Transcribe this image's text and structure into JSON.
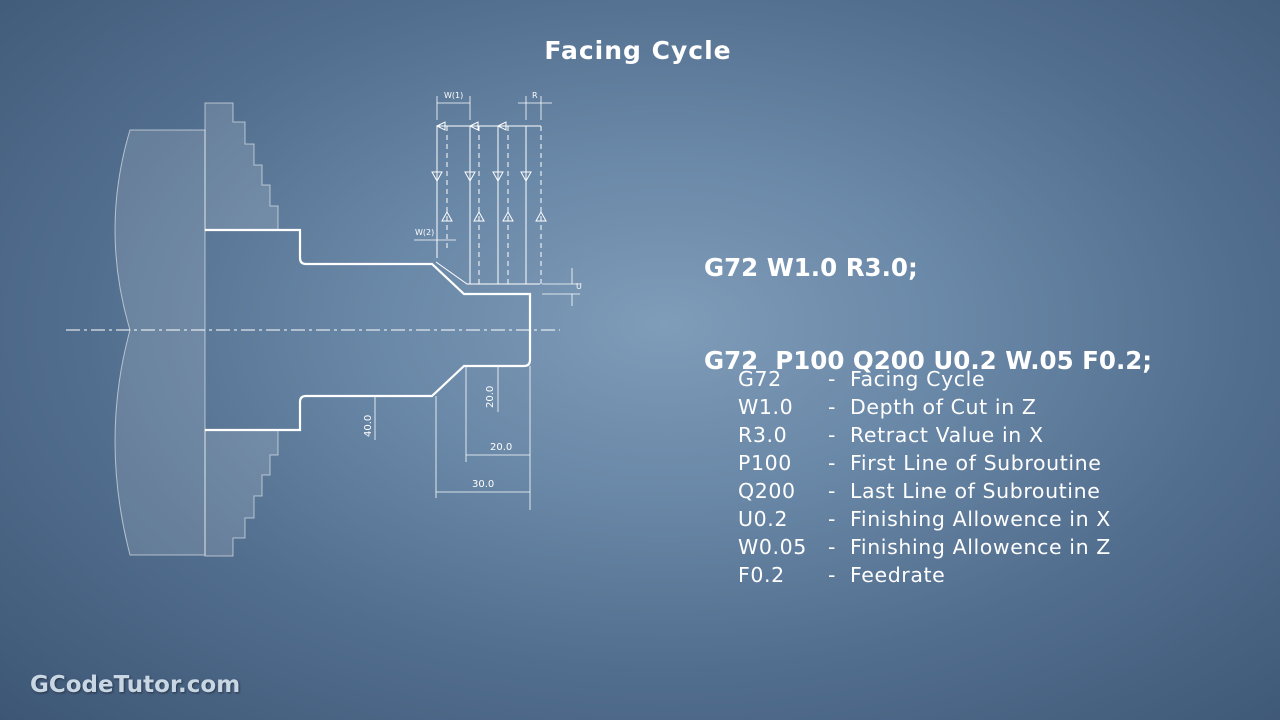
{
  "title": "Facing Cycle",
  "code_lines": [
    "G72 W1.0 R3.0;",
    "G72  P100 Q200 U0.2 W.05 F0.2;"
  ],
  "legend": [
    {
      "code": "G72",
      "desc": "Facing Cycle"
    },
    {
      "code": "W1.0",
      "desc": "Depth of Cut in Z"
    },
    {
      "code": "R3.0",
      "desc": "Retract Value in X"
    },
    {
      "code": "P100",
      "desc": "First Line of Subroutine"
    },
    {
      "code": "Q200",
      "desc": "Last Line of Subroutine"
    },
    {
      "code": "U0.2",
      "desc": "Finishing Allowence in X"
    },
    {
      "code": "W0.05",
      "desc": "Finishing Allowence in Z"
    },
    {
      "code": "F0.2",
      "desc": "Feedrate"
    }
  ],
  "legend_separator": "-",
  "diagram_labels": {
    "w1": "W(1)",
    "r": "R",
    "w2": "W(2)",
    "u": "U",
    "dim_40": "40.0",
    "dim_20_vertical": "20.0",
    "dim_20_horizontal": "20.0",
    "dim_30": "30.0"
  },
  "brand": "GCodeTutor.com"
}
